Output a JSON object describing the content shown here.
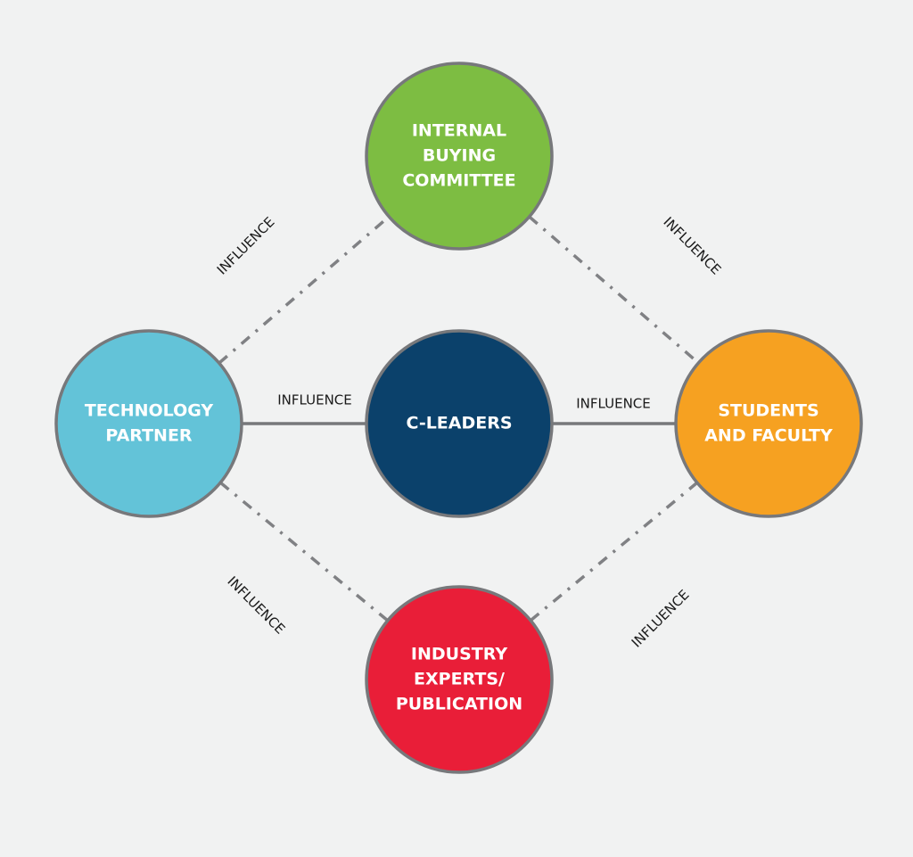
{
  "diagram": {
    "type": "influence-network",
    "nodes": [
      {
        "id": "internal_buying_committee",
        "lines": [
          "INTERNAL",
          "BUYING",
          "COMMITTEE"
        ],
        "color": "#7dbd42"
      },
      {
        "id": "technology_partner",
        "lines": [
          "TECHNOLOGY",
          "PARTNER"
        ],
        "color": "#63c3d8"
      },
      {
        "id": "c_leaders",
        "lines": [
          "C-LEADERS"
        ],
        "color": "#0b416b"
      },
      {
        "id": "students_and_faculty",
        "lines": [
          "STUDENTS",
          "AND FACULTY"
        ],
        "color": "#f6a121"
      },
      {
        "id": "industry_experts",
        "lines": [
          "INDUSTRY",
          "EXPERTS/",
          "PUBLICATION"
        ],
        "color": "#e91e38"
      }
    ],
    "edges": [
      {
        "from": "technology_partner",
        "to": "internal_buying_committee",
        "style": "dash-dot",
        "label": "INFLUENCE"
      },
      {
        "from": "internal_buying_committee",
        "to": "students_and_faculty",
        "style": "dash-dot",
        "label": "INFLUENCE"
      },
      {
        "from": "technology_partner",
        "to": "c_leaders",
        "style": "solid",
        "label": "INFLUENCE"
      },
      {
        "from": "c_leaders",
        "to": "students_and_faculty",
        "style": "solid",
        "label": "INFLUENCE"
      },
      {
        "from": "technology_partner",
        "to": "industry_experts",
        "style": "dash-dot",
        "label": "INFLUENCE"
      },
      {
        "from": "industry_experts",
        "to": "students_and_faculty",
        "style": "dash-dot",
        "label": "INFLUENCE"
      }
    ],
    "colors": {
      "background": "#f1f2f2",
      "outline": "#77787b",
      "connector": "#808184",
      "label_text": "#1a1a1a",
      "node_text": "#ffffff"
    }
  }
}
